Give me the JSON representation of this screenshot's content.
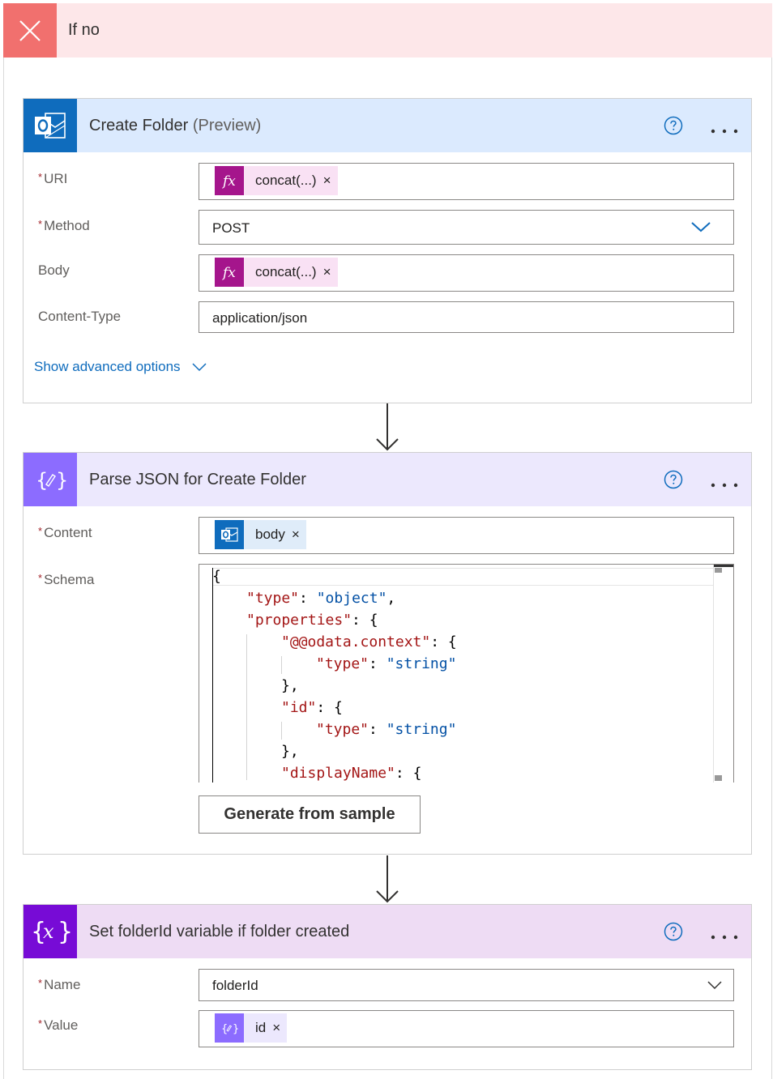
{
  "condition": {
    "title": "If no",
    "icon": "close-icon",
    "color": "#f1706e"
  },
  "create_folder": {
    "title": "Create Folder",
    "title_suffix": "(Preview)",
    "icon": "outlook-icon",
    "header_color": "#dbeafe",
    "icon_bg": "#0f6cbd",
    "fields": {
      "uri": {
        "label": "URI",
        "token": "concat(...)"
      },
      "method": {
        "label": "Method",
        "value": "POST"
      },
      "body": {
        "label": "Body",
        "token": "concat(...)"
      },
      "content_type": {
        "label": "Content-Type",
        "value": "application/json"
      }
    },
    "advanced_link": "Show advanced options"
  },
  "parse_json": {
    "title": "Parse JSON for Create Folder",
    "icon": "parse-json-icon",
    "header_color": "#ece8fd",
    "icon_bg": "#8c6cff",
    "fields": {
      "content": {
        "label": "Content",
        "token": "body"
      },
      "schema": {
        "label": "Schema"
      }
    },
    "schema_lines": [
      {
        "parts": [
          {
            "t": "{",
            "c": "pun"
          }
        ]
      },
      {
        "parts": [
          {
            "t": "\"type\"",
            "c": "key"
          },
          {
            "t": ": ",
            "c": "pun"
          },
          {
            "t": "\"object\"",
            "c": "str"
          },
          {
            "t": ",",
            "c": "pun"
          }
        ]
      },
      {
        "parts": [
          {
            "t": "\"properties\"",
            "c": "key"
          },
          {
            "t": ": {",
            "c": "pun"
          }
        ]
      },
      {
        "parts": [
          {
            "t": "\"@@odata.context\"",
            "c": "key"
          },
          {
            "t": ": {",
            "c": "pun"
          }
        ]
      },
      {
        "parts": [
          {
            "t": "\"type\"",
            "c": "key"
          },
          {
            "t": ": ",
            "c": "pun"
          },
          {
            "t": "\"string\"",
            "c": "str"
          }
        ]
      },
      {
        "parts": [
          {
            "t": "},",
            "c": "pun"
          }
        ]
      },
      {
        "parts": [
          {
            "t": "\"id\"",
            "c": "key"
          },
          {
            "t": ": {",
            "c": "pun"
          }
        ]
      },
      {
        "parts": [
          {
            "t": "\"type\"",
            "c": "key"
          },
          {
            "t": ": ",
            "c": "pun"
          },
          {
            "t": "\"string\"",
            "c": "str"
          }
        ]
      },
      {
        "parts": [
          {
            "t": "},",
            "c": "pun"
          }
        ]
      },
      {
        "parts": [
          {
            "t": "\"displayName\"",
            "c": "key"
          },
          {
            "t": ": {",
            "c": "pun"
          }
        ]
      }
    ],
    "generate_button": "Generate from sample"
  },
  "set_variable": {
    "title": "Set folderId variable if folder created",
    "icon": "variable-icon",
    "header_color": "#eedcf4",
    "icon_bg": "#770bd6",
    "fields": {
      "name": {
        "label": "Name",
        "value": "folderId"
      },
      "value": {
        "label": "Value",
        "token": "id"
      }
    }
  }
}
